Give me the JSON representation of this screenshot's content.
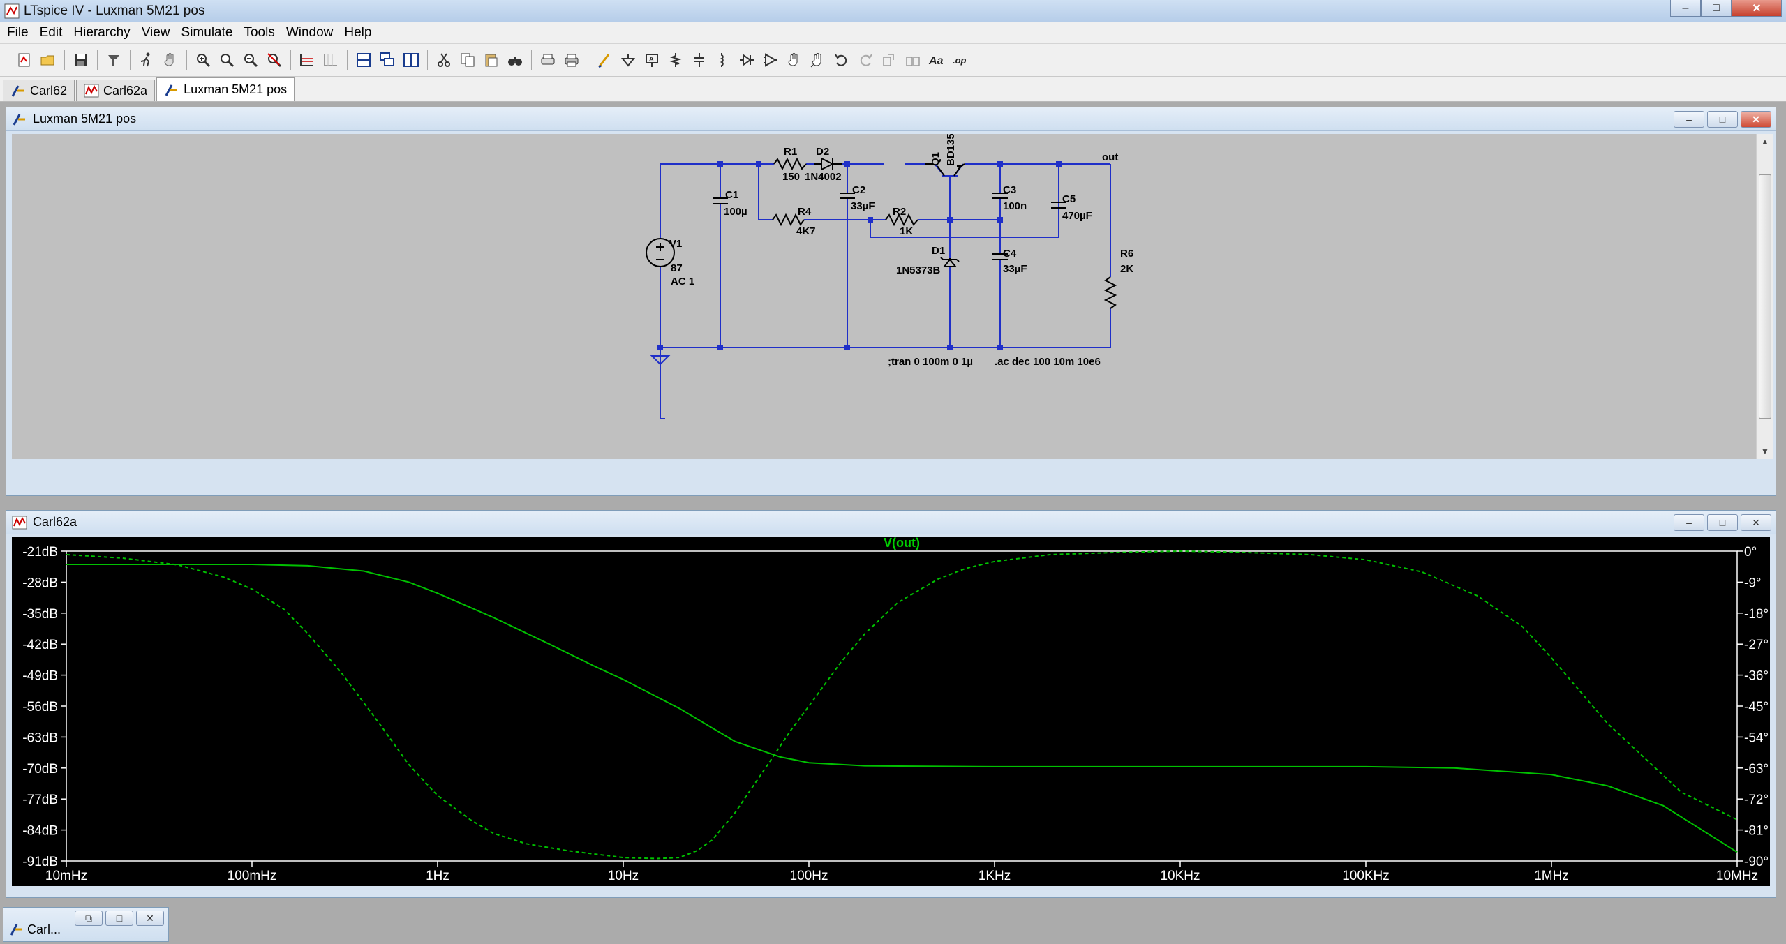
{
  "window": {
    "title": "LTspice IV - Luxman 5M21 pos",
    "minimize": "–",
    "maximize": "□",
    "close": "✕"
  },
  "menu": [
    "File",
    "Edit",
    "Hierarchy",
    "View",
    "Simulate",
    "Tools",
    "Window",
    "Help"
  ],
  "toolbar_icons": [
    "new-schematic-icon",
    "open-icon",
    "save-icon",
    "control-panel-icon",
    "run-icon",
    "pan-icon",
    "zoom-in-icon",
    "zoom-rect-icon",
    "zoom-out-icon",
    "zoom-cancel-icon",
    "autorange-icon",
    "grid-icon",
    "tile-horizontal-icon",
    "cascade-icon",
    "tile-vertical-icon",
    "cut-icon",
    "copy-icon",
    "paste-icon",
    "find-icon",
    "print-preview-icon",
    "print-icon",
    "wire-icon",
    "ground-icon",
    "label-net-icon",
    "resistor-icon",
    "capacitor-icon",
    "inductor-icon",
    "diode-icon",
    "component-icon",
    "move-icon",
    "drag-icon",
    "undo-icon",
    "redo-icon",
    "rotate-icon",
    "mirror-icon",
    "text-icon",
    "spice-directive-icon"
  ],
  "tabs": [
    {
      "label": "Carl62",
      "icon": "schematic-icon",
      "active": false
    },
    {
      "label": "Carl62a",
      "icon": "waveform-icon",
      "active": false
    },
    {
      "label": "Luxman 5M21 pos",
      "icon": "schematic-icon",
      "active": true
    }
  ],
  "schematic": {
    "title": "Luxman 5M21 pos",
    "labels": {
      "r1": "R1",
      "r1v": "150",
      "d2": "D2",
      "d2v": "1N4002",
      "q1": "Q1",
      "q1v": "BD135",
      "out": "out",
      "c1": "C1",
      "c1v": "100µ",
      "c2": "C2",
      "c2v": "33µF",
      "c3": "C3",
      "c3v": "100n",
      "c5": "C5",
      "c5v": "470µF",
      "r4": "R4",
      "r4v": "4K7",
      "r2": "R2",
      "r2v": "1K",
      "v1": "V1",
      "v1v": "87",
      "v1ac": "AC 1",
      "d1": "D1",
      "d1v": "1N5373B",
      "c4": "C4",
      "c4v": "33µF",
      "r6": "R6",
      "r6v": "2K",
      "tran": ";tran 0 100m 0 1µ",
      "ac": ".ac dec 100 10m 10e6"
    }
  },
  "waveform": {
    "title": "Carl62a"
  },
  "chart_data": {
    "type": "line",
    "title": "V(out)",
    "x_scale": "log",
    "xlim": [
      0.01,
      10000000
    ],
    "x_ticks": [
      "10mHz",
      "100mHz",
      "1Hz",
      "10Hz",
      "100Hz",
      "1KHz",
      "10KHz",
      "100KHz",
      "1MHz",
      "10MHz"
    ],
    "x_tick_values": [
      0.01,
      0.1,
      1,
      10,
      100,
      1000,
      10000,
      100000,
      1000000,
      10000000
    ],
    "ylim_left": [
      -91,
      -21
    ],
    "y_ticks_left": [
      "-21dB",
      "-28dB",
      "-35dB",
      "-42dB",
      "-49dB",
      "-56dB",
      "-63dB",
      "-70dB",
      "-77dB",
      "-84dB",
      "-91dB"
    ],
    "y_tick_values_left": [
      -21,
      -28,
      -35,
      -42,
      -49,
      -56,
      -63,
      -70,
      -77,
      -84,
      -91
    ],
    "ylim_right": [
      -90,
      0
    ],
    "y_ticks_right": [
      "0°",
      "-9°",
      "-18°",
      "-27°",
      "-36°",
      "-45°",
      "-54°",
      "-63°",
      "-72°",
      "-81°",
      "-90°"
    ],
    "y_tick_values_right": [
      0,
      -9,
      -18,
      -27,
      -36,
      -45,
      -54,
      -63,
      -72,
      -81,
      -90
    ],
    "grid": false,
    "series": [
      {
        "name": "V(out)",
        "axis": "left",
        "style": "solid",
        "color": "#00c000",
        "x": [
          0.01,
          0.03,
          0.1,
          0.2,
          0.4,
          0.7,
          1,
          2,
          4,
          7,
          10,
          20,
          40,
          70,
          100,
          200,
          1000,
          10000,
          100000,
          300000,
          1000000,
          2000000,
          4000000,
          10000000
        ],
        "y": [
          -24,
          -24,
          -24,
          -24.3,
          -25.5,
          -28,
          -30.5,
          -36,
          -42,
          -47,
          -50,
          -56.5,
          -64,
          -67.5,
          -68.8,
          -69.5,
          -69.7,
          -69.7,
          -69.7,
          -70,
          -71.5,
          -74,
          -78.5,
          -89
        ]
      },
      {
        "name": "phase",
        "axis": "right",
        "style": "dashed",
        "color": "#00c000",
        "x": [
          0.01,
          0.02,
          0.04,
          0.07,
          0.1,
          0.15,
          0.2,
          0.3,
          0.5,
          0.7,
          1,
          1.5,
          2,
          3,
          5,
          10,
          15,
          20,
          25,
          30,
          40,
          60,
          80,
          100,
          150,
          200,
          300,
          500,
          700,
          1000,
          2000,
          5000,
          10000,
          20000,
          50000,
          100000,
          200000,
          400000,
          700000,
          1000000,
          2000000,
          5000000,
          10000000
        ],
        "y": [
          -1,
          -2,
          -4,
          -7.5,
          -11,
          -17,
          -24,
          -35,
          -51,
          -62,
          -71,
          -78,
          -82,
          -85,
          -87,
          -89,
          -89.3,
          -89,
          -87,
          -84,
          -76,
          -62,
          -52,
          -45,
          -32,
          -24,
          -15,
          -8,
          -5,
          -3,
          -1,
          -0.3,
          0,
          -0.3,
          -1,
          -2.5,
          -6,
          -13,
          -22,
          -31,
          -50,
          -70,
          -78
        ]
      }
    ]
  },
  "minimized": {
    "title": "Carl..."
  }
}
